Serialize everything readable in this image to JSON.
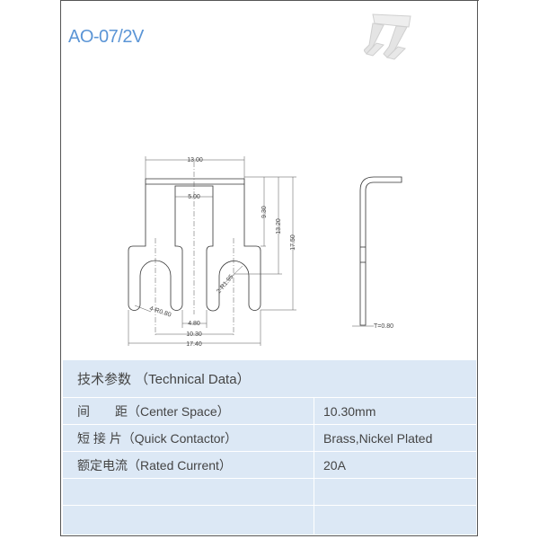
{
  "header": {
    "title": "AO-07/2V",
    "photo_icon": "quick-contactor-photo"
  },
  "drawing": {
    "dims": {
      "width_top": "13.00",
      "slot_width": "5.00",
      "h1": "9.30",
      "h2": "13.20",
      "h3": "17.50",
      "radius_small": "4-R0.80",
      "radius_large": "2-R1.95",
      "gap": "4.80",
      "center": "10.30",
      "total_width": "17.40",
      "thickness": "T=0.80"
    }
  },
  "table": {
    "heading": "技术参数 （Technical Data）",
    "rows": [
      {
        "label": "间　　距（Center Space）",
        "value": "10.30mm"
      },
      {
        "label": "短 接 片（Quick Contactor）",
        "value": "Brass,Nickel Plated"
      },
      {
        "label": "额定电流（Rated Current）",
        "value": "20A"
      },
      {
        "label": "",
        "value": ""
      },
      {
        "label": "",
        "value": ""
      }
    ]
  },
  "colors": {
    "title": "#5b95d6",
    "table_bg": "#dce8f5",
    "border": "#555555"
  }
}
